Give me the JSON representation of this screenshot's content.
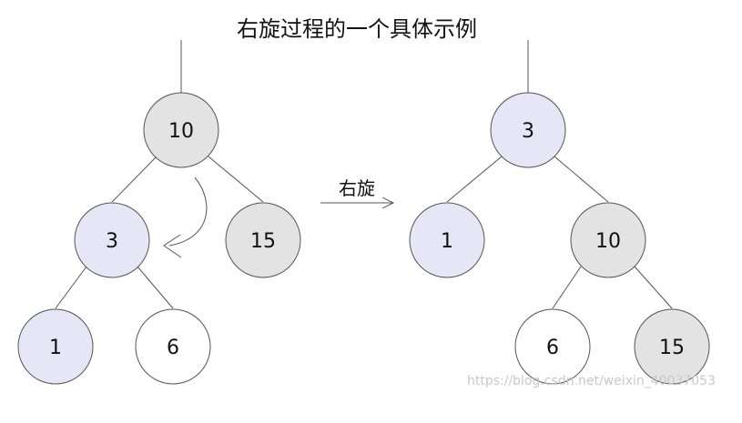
{
  "title": "右旋过程的一个具体示例",
  "arrow_label": "右旋",
  "watermark": "https://blog.csdn.net/weixin_40037053",
  "colors": {
    "gray_fill": "#e3e3e3",
    "blue_fill": "#e6e6f7",
    "white_fill": "#ffffff",
    "stroke": "#555555"
  },
  "before_tree": {
    "root": "10",
    "left": "3",
    "right": "15",
    "left_left": "1",
    "left_right": "6"
  },
  "after_tree": {
    "root": "3",
    "left": "1",
    "right": "10",
    "right_left": "6",
    "right_right": "15"
  }
}
